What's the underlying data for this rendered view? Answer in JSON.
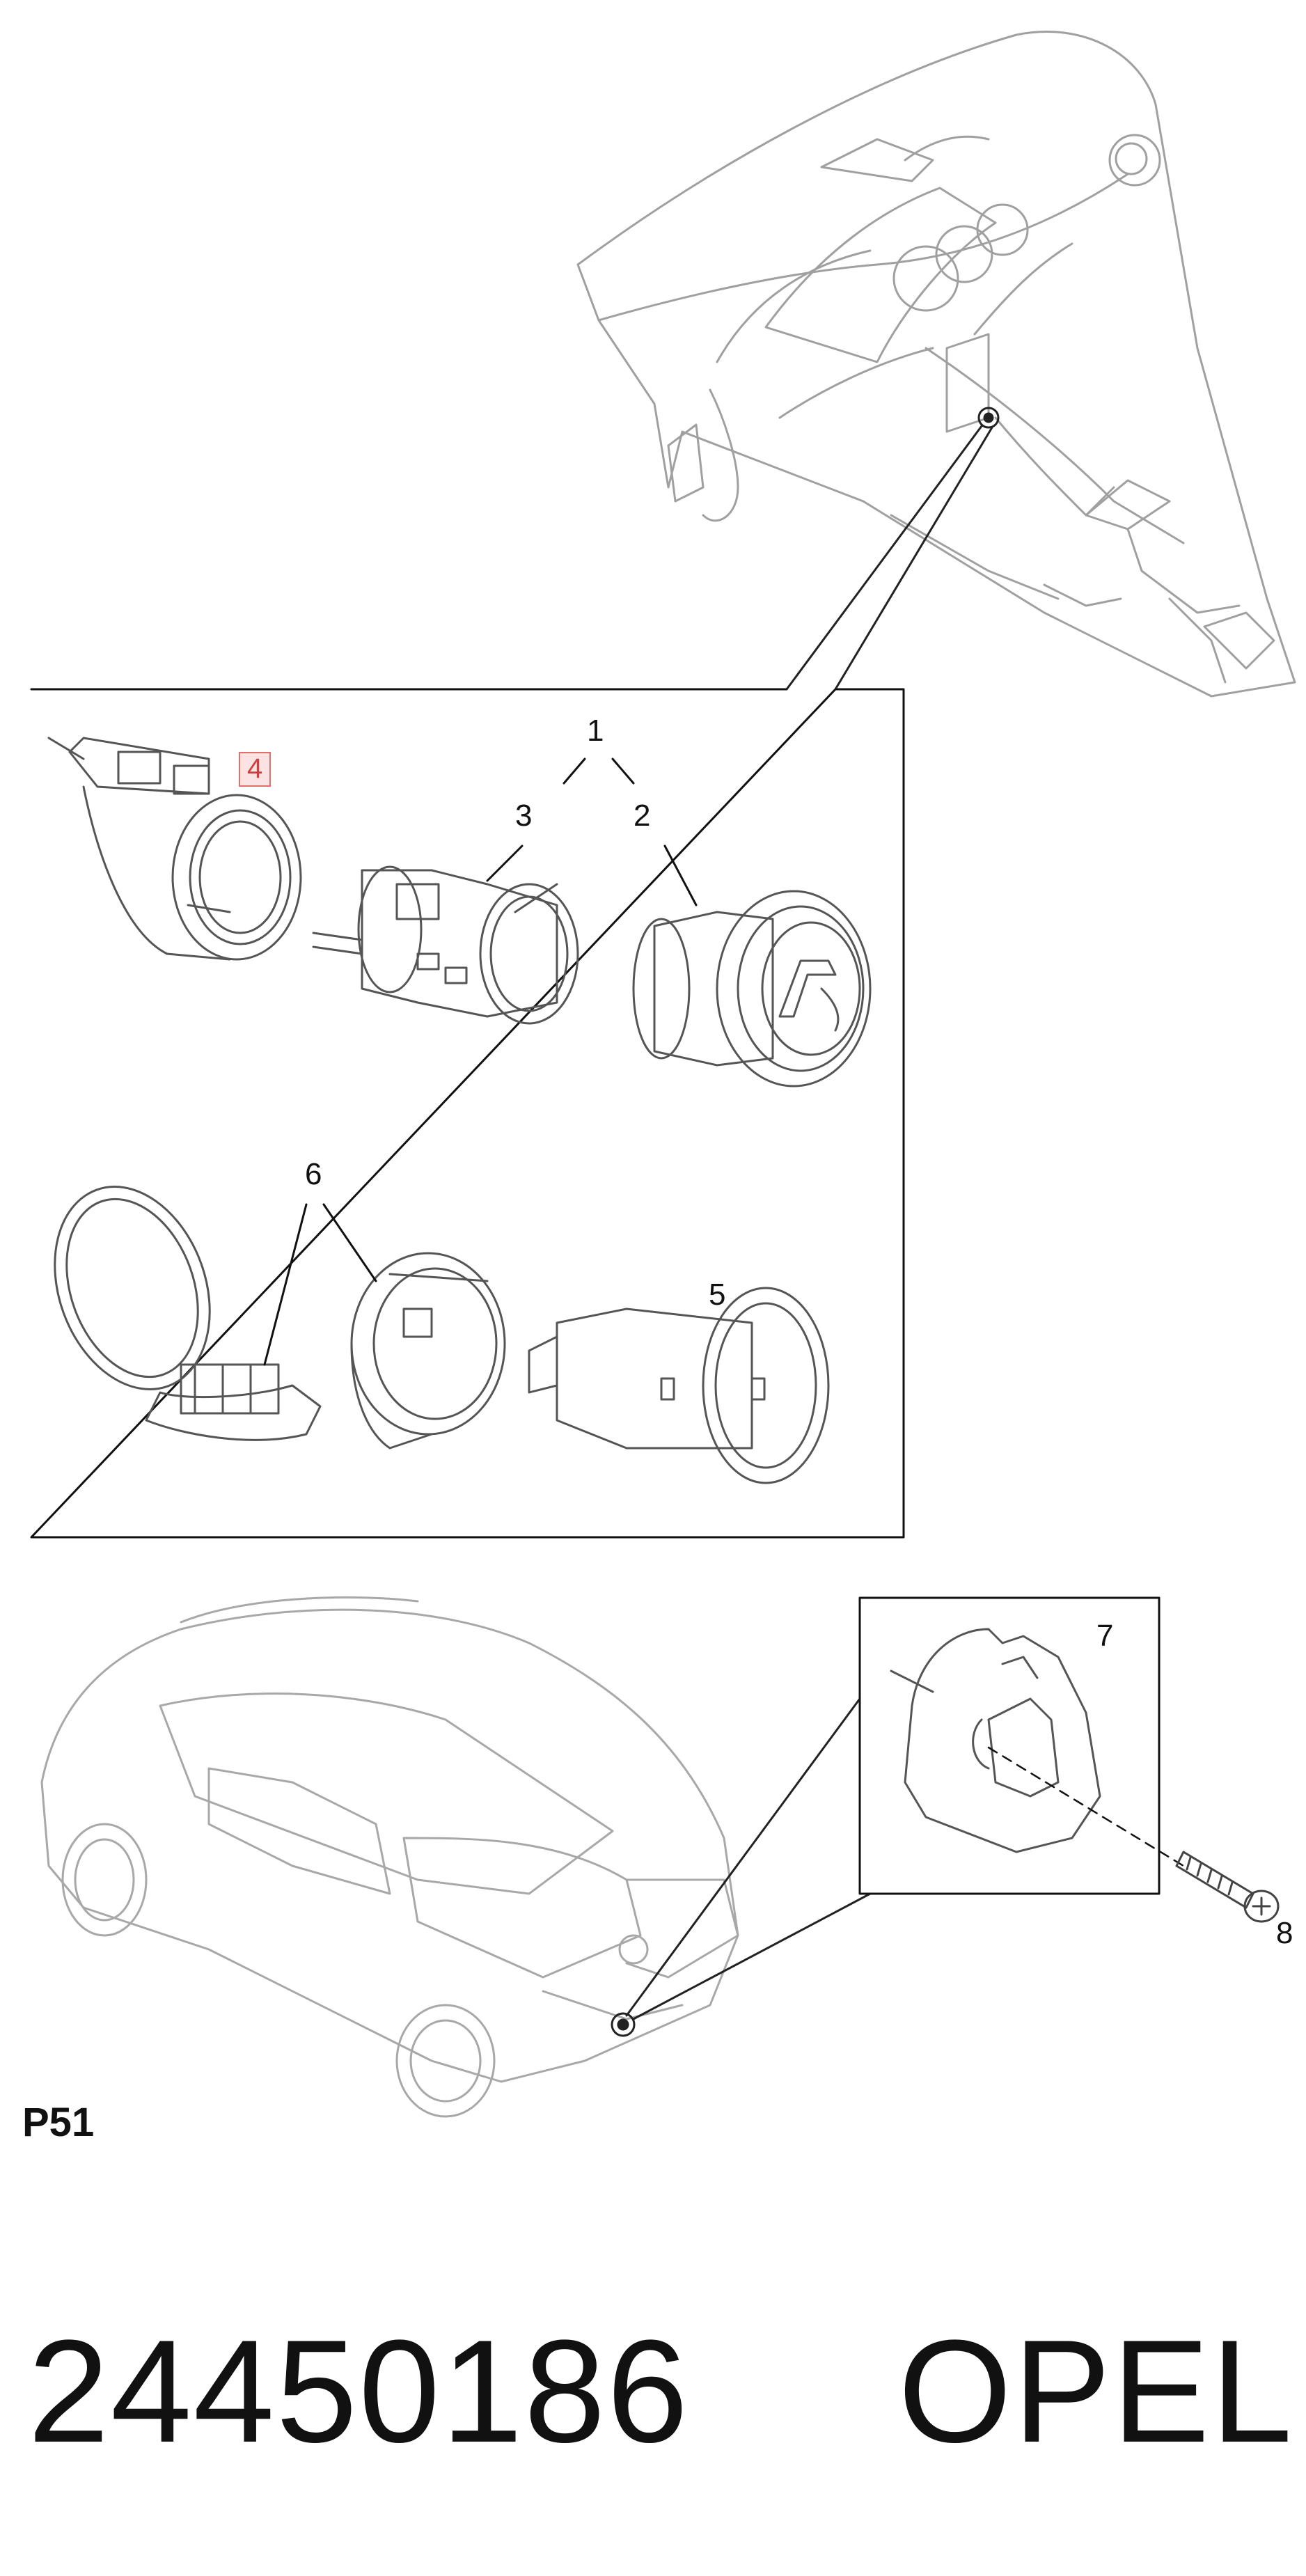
{
  "diagram": {
    "callouts": {
      "c1": "1",
      "c2": "2",
      "c3": "3",
      "c4": "4",
      "c5": "5",
      "c6": "6",
      "c7": "7",
      "c8": "8"
    },
    "highlighted_callout": "4",
    "highlight_color": "#e07070",
    "plate_label": "P51"
  },
  "footer": {
    "part_number": "24450186",
    "brand": "OPEL"
  }
}
